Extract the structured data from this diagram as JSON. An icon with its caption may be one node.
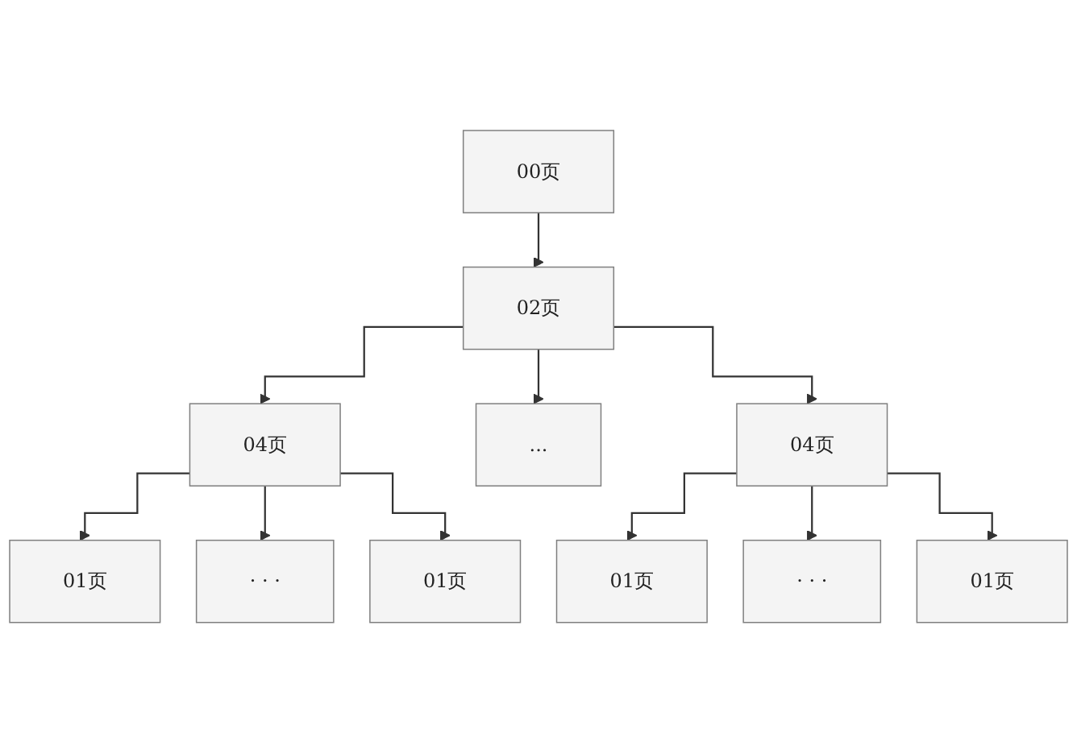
{
  "diagram": {
    "nodes": [
      {
        "text": [
          "00页"
        ]
      },
      {
        "text": [
          "02页"
        ]
      },
      {
        "text": [
          "04页"
        ]
      },
      {
        "text": [
          "..."
        ]
      },
      {
        "text": [
          "04页"
        ]
      },
      {
        "text": [
          "01页"
        ]
      },
      {
        "text": [
          "· · ·"
        ]
      },
      {
        "text": [
          "01页"
        ]
      },
      {
        "text": [
          "01页"
        ]
      },
      {
        "text": [
          "· · ·"
        ]
      },
      {
        "text": [
          "01页"
        ]
      }
    ],
    "edges": [
      {
        "from": 0,
        "to": 1,
        "arrow": "to"
      },
      {
        "from": 1,
        "to": 2,
        "arrow": "to"
      },
      {
        "from": 1,
        "to": 3,
        "arrow": "to"
      },
      {
        "from": 1,
        "to": 4,
        "arrow": "to"
      },
      {
        "from": 2,
        "to": 5,
        "arrow": "to"
      },
      {
        "from": 2,
        "to": 6,
        "arrow": "to"
      },
      {
        "from": 2,
        "to": 7,
        "arrow": "to"
      },
      {
        "from": 4,
        "to": 8,
        "arrow": "to"
      },
      {
        "from": 4,
        "to": 9,
        "arrow": "to"
      },
      {
        "from": 4,
        "to": 10,
        "arrow": "to"
      }
    ]
  }
}
